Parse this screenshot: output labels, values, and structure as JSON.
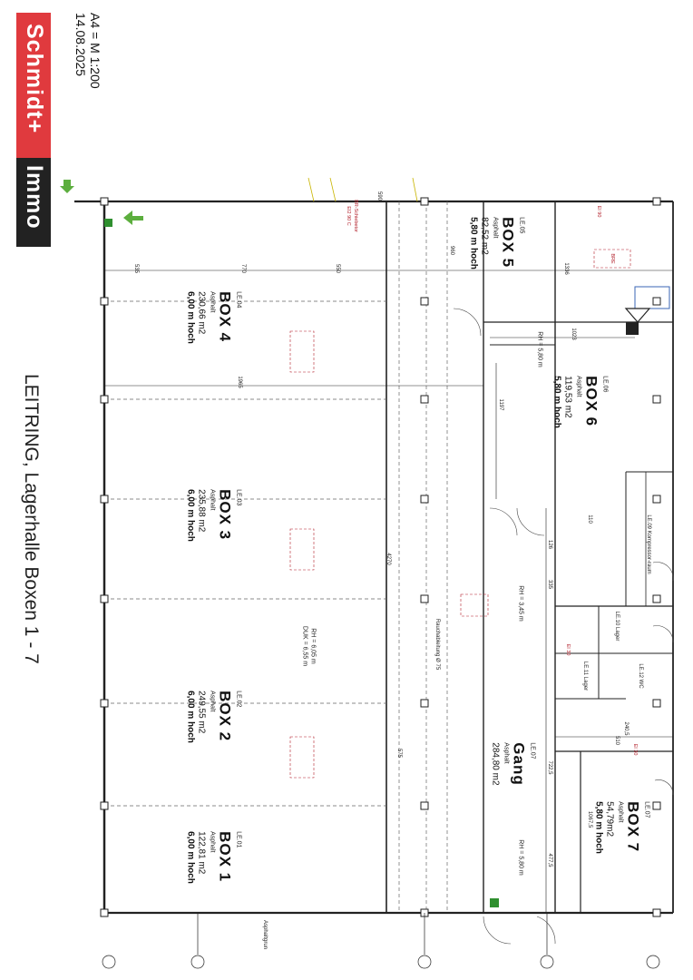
{
  "logo": {
    "part1": "Schmidt+",
    "part2": "Immo"
  },
  "header": {
    "scale": "A4 = M 1:200",
    "date": "14.08.2025"
  },
  "title": "LEITRING, Lagerhalle Boxen 1 - 7",
  "boxes": [
    {
      "id": "box4",
      "code": "LE.04",
      "name": "BOX 4",
      "floor": "Asphalt",
      "area": "230,66 m2",
      "height": "6,00 m hoch"
    },
    {
      "id": "box3",
      "code": "LE.03",
      "name": "BOX 3",
      "floor": "Asphalt",
      "area": "235,88 m2",
      "height": "6,00 m hoch"
    },
    {
      "id": "box2",
      "code": "LE.02",
      "name": "BOX 2",
      "floor": "Asphalt",
      "area": "249,55 m2",
      "height": "6,00 m hoch"
    },
    {
      "id": "box1",
      "code": "LE.01",
      "name": "BOX 1",
      "floor": "Asphalt",
      "area": "122,81 m2",
      "height": "6,00 m hoch"
    },
    {
      "id": "box5",
      "code": "LE.05",
      "name": "BOX 5",
      "floor": "Asphalt",
      "area": "82,52 m2",
      "height": "5,80 m hoch"
    },
    {
      "id": "box6",
      "code": "LE.06",
      "name": "BOX 6",
      "floor": "Asphalt",
      "area": "119,53 m2",
      "height": "5,80 m hoch"
    },
    {
      "id": "box7",
      "code": "LE.07",
      "name": "BOX 7",
      "floor": "Asphalt",
      "area": "54,79m2",
      "height": "5,80 m hoch"
    },
    {
      "id": "gang",
      "code": "LE.07",
      "name": "Gang",
      "floor": "Asphalt",
      "area": "284,80 m2",
      "height": ""
    }
  ],
  "annotations": {
    "rh_main": "RH = 6,05 m",
    "duk": "DUK = 6,55 m",
    "rh_580a": "RH = 5,80 m",
    "rh_345": "RH = 3,45 m",
    "rh_580b": "RH = 5,80 m",
    "brs_door": "BR-Schiebetor",
    "ei90c": "EI2 90 C",
    "ei90": "EI 90",
    "bre": "BRE",
    "ei30a": "EI 30",
    "ei30b": "EI 30",
    "rwa_note": "Rauchableitung Ø 75",
    "asphalt_note": "Asphaltgrun"
  },
  "dimensions": {
    "d535": "535",
    "d770": "770",
    "d550": "550",
    "d1336": "1336",
    "d1965": "1965",
    "d1023": "1023",
    "d1197": "1197",
    "d590": "590",
    "d4270": "4270",
    "d510": "510",
    "d960": "960",
    "d575": "575",
    "d725": "722,5",
    "d1067": "1067,5",
    "d4775": "477,5",
    "d335": "335",
    "d110": "110",
    "d126": "126",
    "d2405": "240,5"
  },
  "small_rooms": {
    "r1": "LE.09 Kompressor-raum",
    "r2": "LE.10 Lager",
    "r3": "LE.11 Lager",
    "r4": "LE.12 WC"
  }
}
